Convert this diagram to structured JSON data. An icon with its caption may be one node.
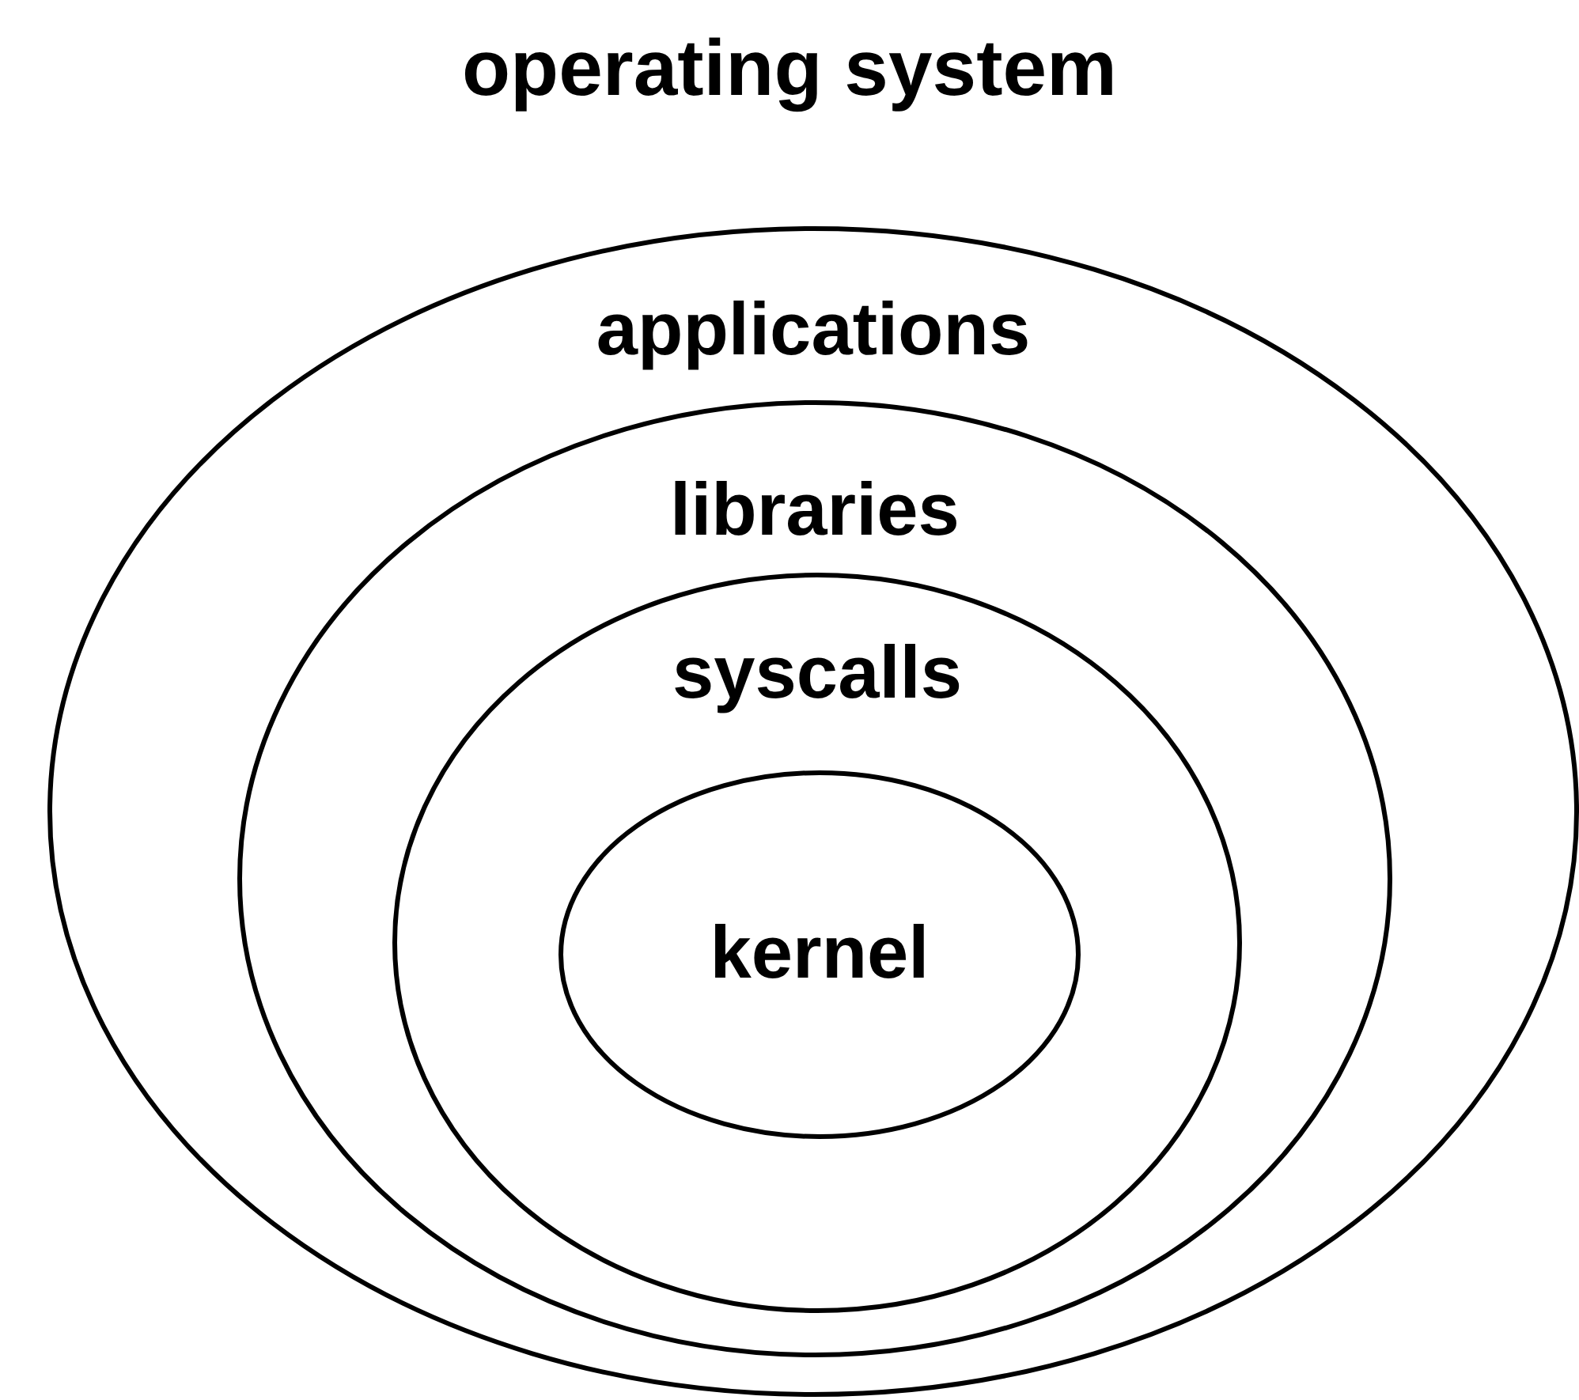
{
  "diagram": {
    "title": "operating system",
    "nodes": [
      {
        "text": [
          "applications"
        ]
      },
      {
        "text": [
          "libraries"
        ],
        "in": 0
      },
      {
        "text": [
          "syscalls"
        ],
        "in": 1
      },
      {
        "text": [
          "kernel"
        ],
        "in": 2
      }
    ]
  }
}
